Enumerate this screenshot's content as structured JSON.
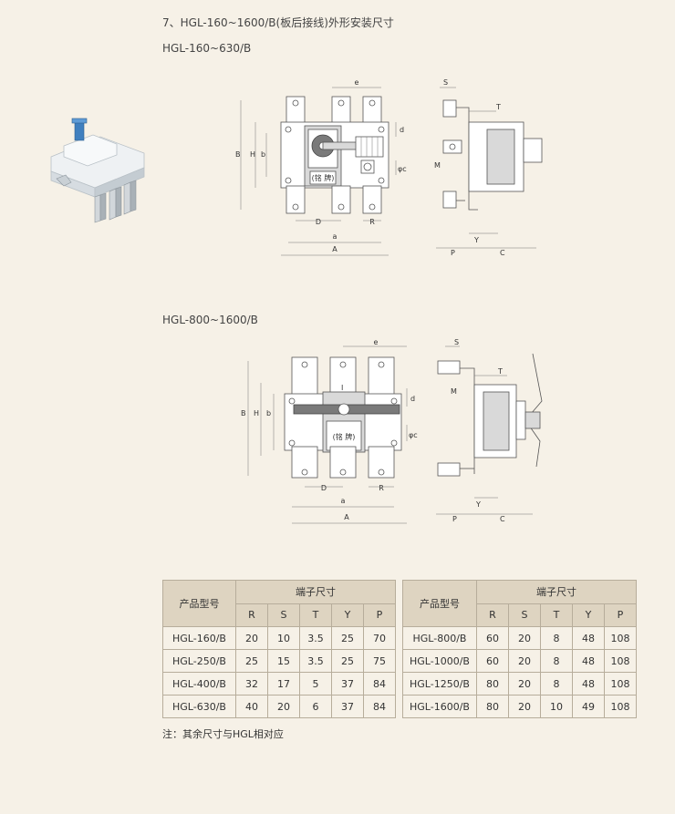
{
  "title": "7、HGL-160~1600/B(板后接线)外形安装尺寸",
  "section1": "HGL-160~630/B",
  "section2": "HGL-800~1600/B",
  "nameplate": "(铭 牌)",
  "dim": {
    "e": "e",
    "S": "S",
    "T": "T",
    "d": "d",
    "M": "M",
    "B": "B",
    "H": "H",
    "b": "b",
    "phic": "φc",
    "D": "D",
    "R": "R",
    "a": "a",
    "A": "A",
    "P": "P",
    "Y": "Y",
    "C": "C",
    "I": "I"
  },
  "table_left": {
    "model_header": "产品型号",
    "group_header": "端子尺寸",
    "columns": [
      "R",
      "S",
      "T",
      "Y",
      "P"
    ],
    "rows": [
      [
        "HGL-160/B",
        "20",
        "10",
        "3.5",
        "25",
        "70"
      ],
      [
        "HGL-250/B",
        "25",
        "15",
        "3.5",
        "25",
        "75"
      ],
      [
        "HGL-400/B",
        "32",
        "17",
        "5",
        "37",
        "84"
      ],
      [
        "HGL-630/B",
        "40",
        "20",
        "6",
        "37",
        "84"
      ]
    ]
  },
  "table_right": {
    "model_header": "产品型号",
    "group_header": "端子尺寸",
    "columns": [
      "R",
      "S",
      "T",
      "Y",
      "P"
    ],
    "rows": [
      [
        "HGL-800/B",
        "60",
        "20",
        "8",
        "48",
        "108"
      ],
      [
        "HGL-1000/B",
        "60",
        "20",
        "8",
        "48",
        "108"
      ],
      [
        "HGL-1250/B",
        "80",
        "20",
        "8",
        "48",
        "108"
      ],
      [
        "HGL-1600/B",
        "80",
        "20",
        "10",
        "49",
        "108"
      ]
    ]
  },
  "note": "注：其余尺寸与HGL相对应"
}
